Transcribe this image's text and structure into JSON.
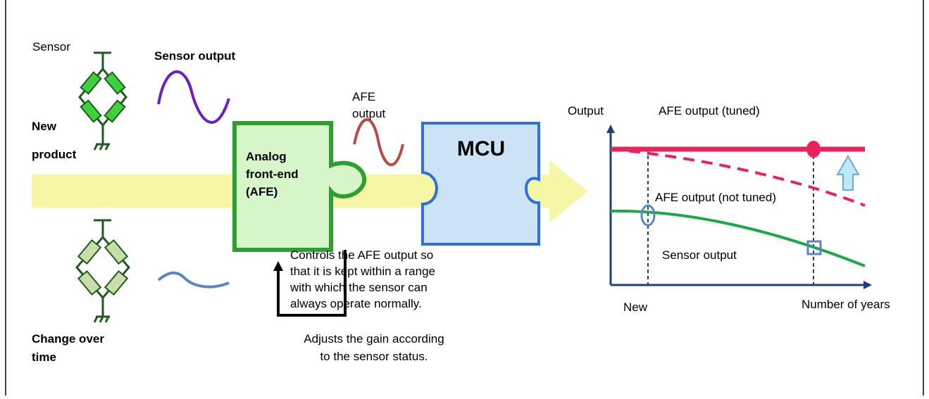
{
  "labels": {
    "sensor": "Sensor",
    "sensor_output": "Sensor output",
    "new_product": [
      "New",
      "product"
    ],
    "change_over_time": [
      "Change over",
      "time"
    ],
    "afe_output": [
      "AFE",
      "output"
    ],
    "afe_block": [
      "Analog",
      "front-end",
      "(AFE)"
    ],
    "mcu_block": "MCU",
    "controls_note": [
      "Controls the AFE output so",
      "that it is kept within a range",
      "with which the sensor can",
      "always operate normally."
    ],
    "adjusts_note": [
      "Adjusts the gain according",
      "to the sensor status."
    ]
  },
  "graph": {
    "y_label": "Output",
    "x_label": "Number of years",
    "x_start_label": "New",
    "tuned_label": "AFE output (tuned)",
    "not_tuned_label": "AFE output (not tuned)",
    "sensor_label": "Sensor output"
  },
  "colors": {
    "flow_arrow": "#f5f7a6",
    "afe_fill": "#d6f5c8",
    "afe_stroke": "#2e9e2e",
    "mcu_fill": "#cce3f5",
    "mcu_stroke": "#2f6fe0",
    "tuned_line": "#e8245c",
    "sensor_line": "#1fa84a",
    "axis": "#1f3f7a",
    "purple_wave": "#6a1fc4",
    "red_wave": "#b84a4a",
    "blue_wave": "#5b86c4",
    "up_arrow": "#bde9f7"
  }
}
